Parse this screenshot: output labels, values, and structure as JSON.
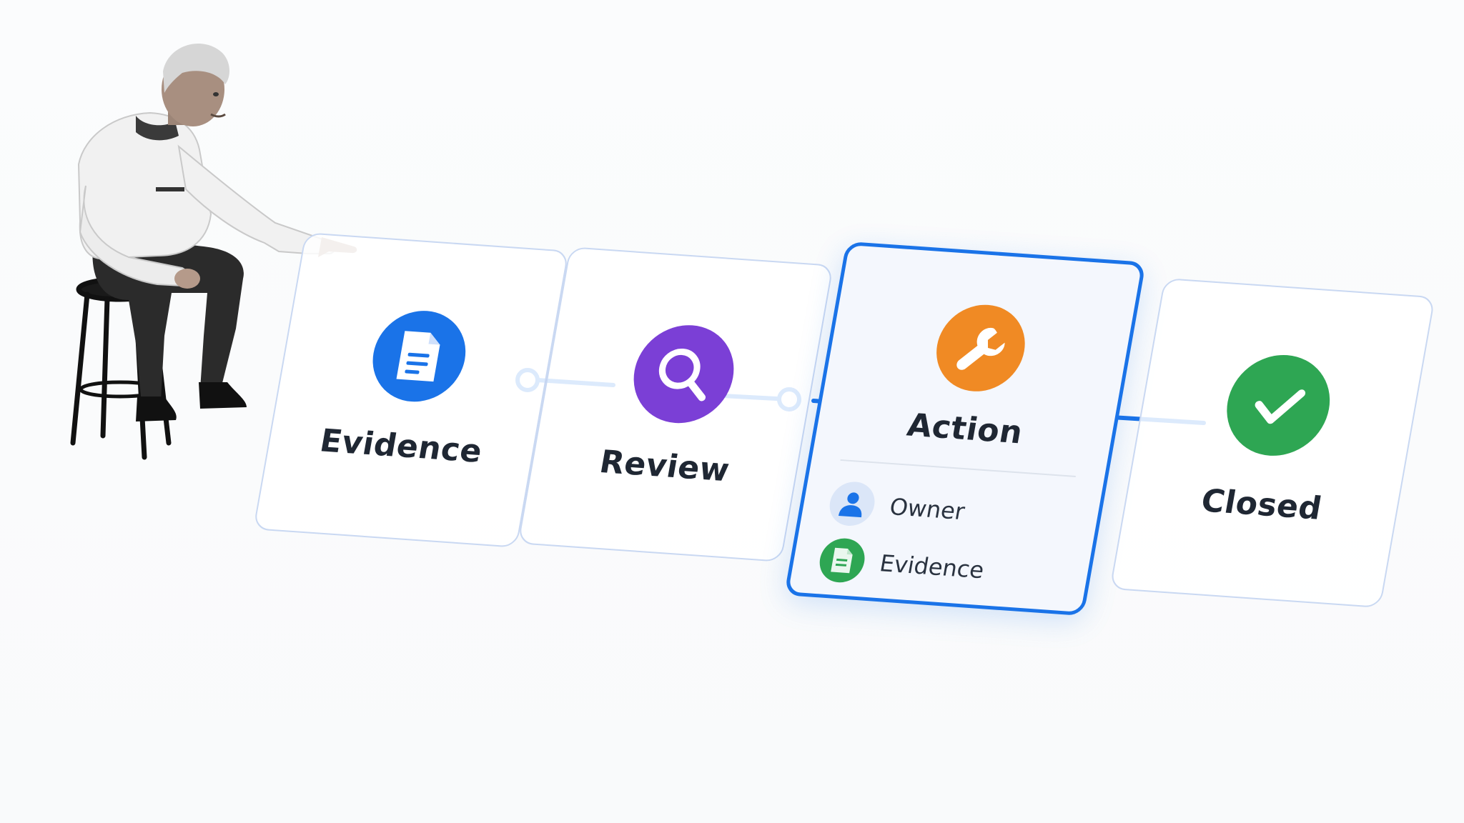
{
  "steps": [
    {
      "label": "Evidence",
      "icon": "document-icon",
      "color": "#1a73e8"
    },
    {
      "label": "Review",
      "icon": "magnifier-icon",
      "color": "#7b3fd6"
    },
    {
      "label": "Action",
      "icon": "wrench-icon",
      "color": "#f08a24"
    },
    {
      "label": "Closed",
      "icon": "checkmark-icon",
      "color": "#2ea653"
    }
  ],
  "action_details": [
    {
      "label": "Owner",
      "icon": "person-icon",
      "color": "#1a73e8"
    },
    {
      "label": "Evidence",
      "icon": "document-icon",
      "color": "#2ea653"
    }
  ],
  "colors": {
    "accent": "#1a73e8",
    "card_border": "#c9d8f2",
    "connector": "#1a73e8"
  }
}
